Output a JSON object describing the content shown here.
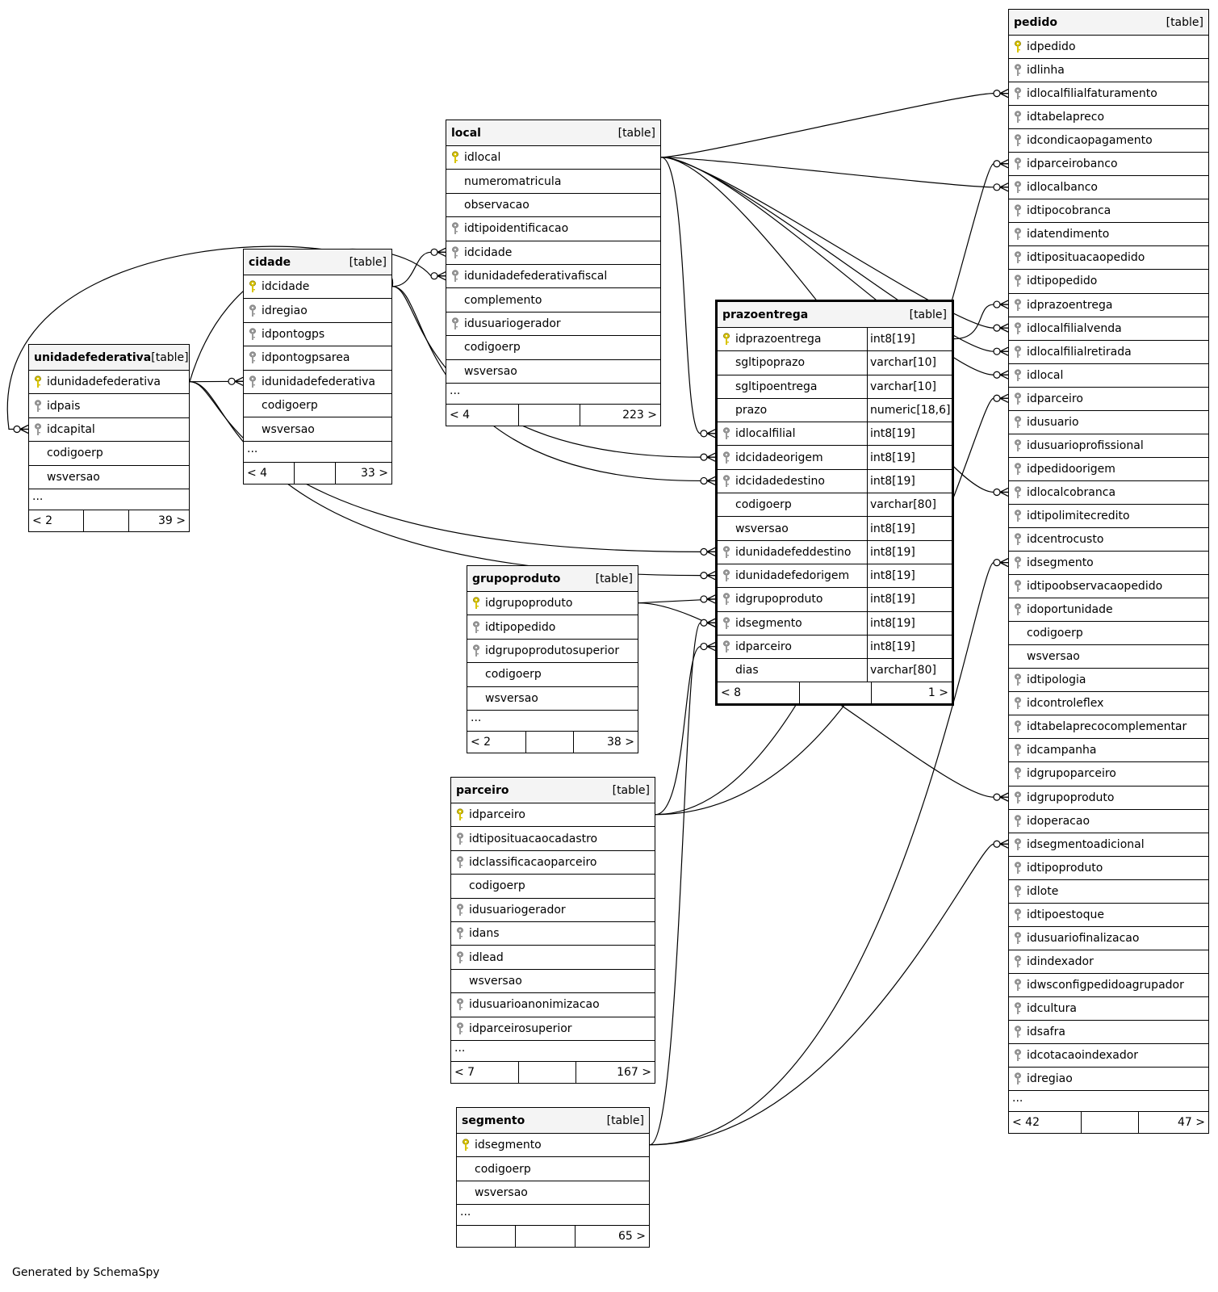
{
  "footer": "Generated by SchemaSpy",
  "colors": {
    "pk_key": "#d9c400",
    "fk_key": "#999999",
    "header_bg": "#f4f4f4"
  },
  "icons": {
    "primary_key": "key-icon",
    "foreign_key": "key-icon"
  },
  "tables": [
    {
      "id": "pedido",
      "name": "pedido",
      "type": "[table]",
      "columns": [
        {
          "name": "idpedido",
          "key": "pk"
        },
        {
          "name": "idlinha",
          "key": "fk"
        },
        {
          "name": "idlocalfilialfaturamento",
          "key": "fk"
        },
        {
          "name": "idtabelapreco",
          "key": "fk"
        },
        {
          "name": "idcondicaopagamento",
          "key": "fk"
        },
        {
          "name": "idparceirobanco",
          "key": "fk"
        },
        {
          "name": "idlocalbanco",
          "key": "fk"
        },
        {
          "name": "idtipocobranca",
          "key": "fk"
        },
        {
          "name": "idatendimento",
          "key": "fk"
        },
        {
          "name": "idtiposituacaopedido",
          "key": "fk"
        },
        {
          "name": "idtipopedido",
          "key": "fk"
        },
        {
          "name": "idprazoentrega",
          "key": "fk"
        },
        {
          "name": "idlocalfilialvenda",
          "key": "fk"
        },
        {
          "name": "idlocalfilialretirada",
          "key": "fk"
        },
        {
          "name": "idlocal",
          "key": "fk"
        },
        {
          "name": "idparceiro",
          "key": "fk"
        },
        {
          "name": "idusuario",
          "key": "fk"
        },
        {
          "name": "idusuarioprofissional",
          "key": "fk"
        },
        {
          "name": "idpedidoorigem",
          "key": "fk"
        },
        {
          "name": "idlocalcobranca",
          "key": "fk"
        },
        {
          "name": "idtipolimitecredito",
          "key": "fk"
        },
        {
          "name": "idcentrocusto",
          "key": "fk"
        },
        {
          "name": "idsegmento",
          "key": "fk"
        },
        {
          "name": "idtipoobservacaopedido",
          "key": "fk"
        },
        {
          "name": "idoportunidade",
          "key": "fk"
        },
        {
          "name": "codigoerp",
          "key": ""
        },
        {
          "name": "wsversao",
          "key": ""
        },
        {
          "name": "idtipologia",
          "key": "fk"
        },
        {
          "name": "idcontroleflex",
          "key": "fk"
        },
        {
          "name": "idtabelaprecocomplementar",
          "key": "fk"
        },
        {
          "name": "idcampanha",
          "key": "fk"
        },
        {
          "name": "idgrupoparceiro",
          "key": "fk"
        },
        {
          "name": "idgrupoproduto",
          "key": "fk"
        },
        {
          "name": "idoperacao",
          "key": "fk"
        },
        {
          "name": "idsegmentoadicional",
          "key": "fk"
        },
        {
          "name": "idtipoproduto",
          "key": "fk"
        },
        {
          "name": "idlote",
          "key": "fk"
        },
        {
          "name": "idtipoestoque",
          "key": "fk"
        },
        {
          "name": "idusuariofinalizacao",
          "key": "fk"
        },
        {
          "name": "idindexador",
          "key": "fk"
        },
        {
          "name": "idwsconfigpedidoagrupador",
          "key": "fk"
        },
        {
          "name": "idcultura",
          "key": "fk"
        },
        {
          "name": "idsafra",
          "key": "fk"
        },
        {
          "name": "idcotacaoindexador",
          "key": "fk"
        },
        {
          "name": "idregiao",
          "key": "fk"
        }
      ],
      "more": "...",
      "parents": "< 42",
      "children": "47 >"
    },
    {
      "id": "local",
      "name": "local",
      "type": "[table]",
      "columns": [
        {
          "name": "idlocal",
          "key": "pk"
        },
        {
          "name": "numeromatricula",
          "key": ""
        },
        {
          "name": "observacao",
          "key": ""
        },
        {
          "name": "idtipoidentificacao",
          "key": "fk"
        },
        {
          "name": "idcidade",
          "key": "fk"
        },
        {
          "name": "idunidadefederativafiscal",
          "key": "fk"
        },
        {
          "name": "complemento",
          "key": ""
        },
        {
          "name": "idusuariogerador",
          "key": "fk"
        },
        {
          "name": "codigoerp",
          "key": ""
        },
        {
          "name": "wsversao",
          "key": ""
        }
      ],
      "more": "...",
      "parents": "< 4",
      "children": "223 >"
    },
    {
      "id": "cidade",
      "name": "cidade",
      "type": "[table]",
      "columns": [
        {
          "name": "idcidade",
          "key": "pk"
        },
        {
          "name": "idregiao",
          "key": "fk"
        },
        {
          "name": "idpontogps",
          "key": "fk"
        },
        {
          "name": "idpontogpsarea",
          "key": "fk"
        },
        {
          "name": "idunidadefederativa",
          "key": "fk"
        },
        {
          "name": "codigoerp",
          "key": ""
        },
        {
          "name": "wsversao",
          "key": ""
        }
      ],
      "more": "...",
      "parents": "< 4",
      "children": "33 >"
    },
    {
      "id": "unidadefederativa",
      "name": "unidadefederativa",
      "type": "[table]",
      "columns": [
        {
          "name": "idunidadefederativa",
          "key": "pk"
        },
        {
          "name": "idpais",
          "key": "fk"
        },
        {
          "name": "idcapital",
          "key": "fk"
        },
        {
          "name": "codigoerp",
          "key": ""
        },
        {
          "name": "wsversao",
          "key": ""
        }
      ],
      "more": "...",
      "parents": "< 2",
      "children": "39 >"
    },
    {
      "id": "prazoentrega",
      "name": "prazoentrega",
      "type": "[table]",
      "columns": [
        {
          "name": "idprazoentrega",
          "key": "pk",
          "type": "int8[19]"
        },
        {
          "name": "sgltipoprazo",
          "key": "",
          "type": "varchar[10]"
        },
        {
          "name": "sgltipoentrega",
          "key": "",
          "type": "varchar[10]"
        },
        {
          "name": "prazo",
          "key": "",
          "type": "numeric[18,6]"
        },
        {
          "name": "idlocalfilial",
          "key": "fk",
          "type": "int8[19]"
        },
        {
          "name": "idcidadeorigem",
          "key": "fk",
          "type": "int8[19]"
        },
        {
          "name": "idcidadedestino",
          "key": "fk",
          "type": "int8[19]"
        },
        {
          "name": "codigoerp",
          "key": "",
          "type": "varchar[80]"
        },
        {
          "name": "wsversao",
          "key": "",
          "type": "int8[19]"
        },
        {
          "name": "idunidadefeddestino",
          "key": "fk",
          "type": "int8[19]"
        },
        {
          "name": "idunidadefedorigem",
          "key": "fk",
          "type": "int8[19]"
        },
        {
          "name": "idgrupoproduto",
          "key": "fk",
          "type": "int8[19]"
        },
        {
          "name": "idsegmento",
          "key": "fk",
          "type": "int8[19]"
        },
        {
          "name": "idparceiro",
          "key": "fk",
          "type": "int8[19]"
        },
        {
          "name": "dias",
          "key": "",
          "type": "varchar[80]"
        }
      ],
      "more": "",
      "parents": "< 8",
      "children": "1 >"
    },
    {
      "id": "grupoproduto",
      "name": "grupoproduto",
      "type": "[table]",
      "columns": [
        {
          "name": "idgrupoproduto",
          "key": "pk"
        },
        {
          "name": "idtipopedido",
          "key": "fk"
        },
        {
          "name": "idgrupoprodutosuperior",
          "key": "fk"
        },
        {
          "name": "codigoerp",
          "key": ""
        },
        {
          "name": "wsversao",
          "key": ""
        }
      ],
      "more": "...",
      "parents": "< 2",
      "children": "38 >"
    },
    {
      "id": "parceiro",
      "name": "parceiro",
      "type": "[table]",
      "columns": [
        {
          "name": "idparceiro",
          "key": "pk"
        },
        {
          "name": "idtiposituacaocadastro",
          "key": "fk"
        },
        {
          "name": "idclassificacaoparceiro",
          "key": "fk"
        },
        {
          "name": "codigoerp",
          "key": ""
        },
        {
          "name": "idusuariogerador",
          "key": "fk"
        },
        {
          "name": "idans",
          "key": "fk"
        },
        {
          "name": "idlead",
          "key": "fk"
        },
        {
          "name": "wsversao",
          "key": ""
        },
        {
          "name": "idusuarioanonimizacao",
          "key": "fk"
        },
        {
          "name": "idparceirosuperior",
          "key": "fk"
        }
      ],
      "more": "...",
      "parents": "< 7",
      "children": "167 >"
    },
    {
      "id": "segmento",
      "name": "segmento",
      "type": "[table]",
      "columns": [
        {
          "name": "idsegmento",
          "key": "pk"
        },
        {
          "name": "codigoerp",
          "key": ""
        },
        {
          "name": "wsversao",
          "key": ""
        }
      ],
      "more": "...",
      "parents": "",
      "children": "65 >"
    }
  ]
}
